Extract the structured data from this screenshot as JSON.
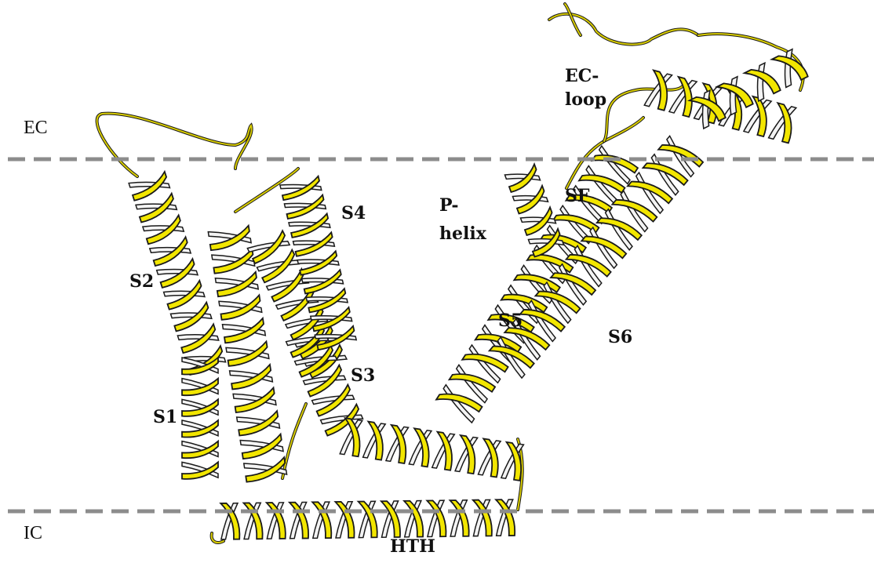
{
  "regions": {
    "extracellular": "EC",
    "intracellular": "IC"
  },
  "labels": {
    "s1": "S1",
    "s2": "S2",
    "s3": "S3",
    "s4": "S4",
    "s5": "S5",
    "s6": "S6",
    "sf": "SF",
    "p_helix_line1": "P-",
    "p_helix_line2": "helix",
    "ec_loop_line1": "EC-",
    "ec_loop_line2": "loop",
    "hth": "HTH"
  },
  "colors": {
    "helix_front": "#f2e600",
    "helix_back": "#f4f4f4",
    "helix_edge": "#1a1a1a",
    "membrane_line": "#8c8c8c",
    "coil": "#d8cc00"
  }
}
